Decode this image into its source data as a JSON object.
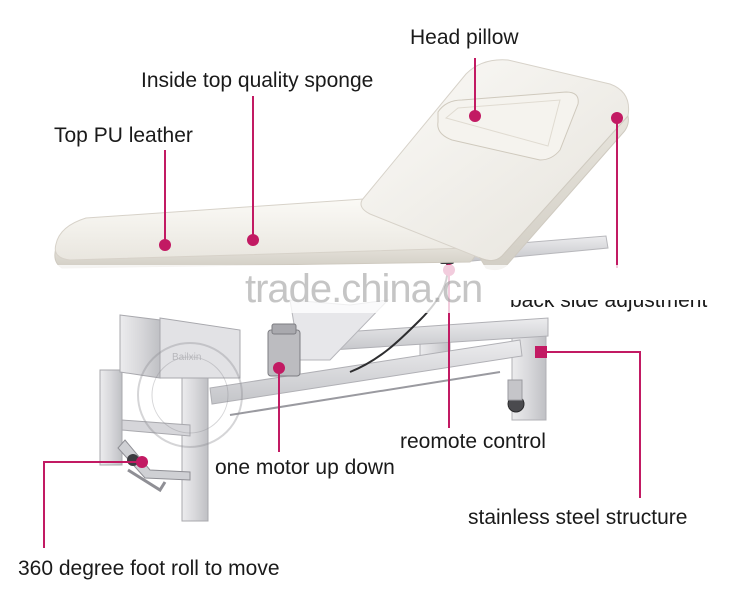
{
  "labels": {
    "head_pillow": "Head pillow",
    "sponge": "Inside top quality sponge",
    "pu_leather": "Top PU leather",
    "back_side": "back side adjustment",
    "remote": "reomote control",
    "motor": "one motor up down",
    "steel": "stainless steel structure",
    "foot_roll": "360 degree foot roll to move"
  },
  "watermark": {
    "text": "trade.china.cn",
    "stamp": "Bailxin"
  },
  "colors": {
    "marker": "#c21a63",
    "frame": "#d4d4d6",
    "cushion": "#f3f1ec",
    "background": "#ffffff"
  }
}
